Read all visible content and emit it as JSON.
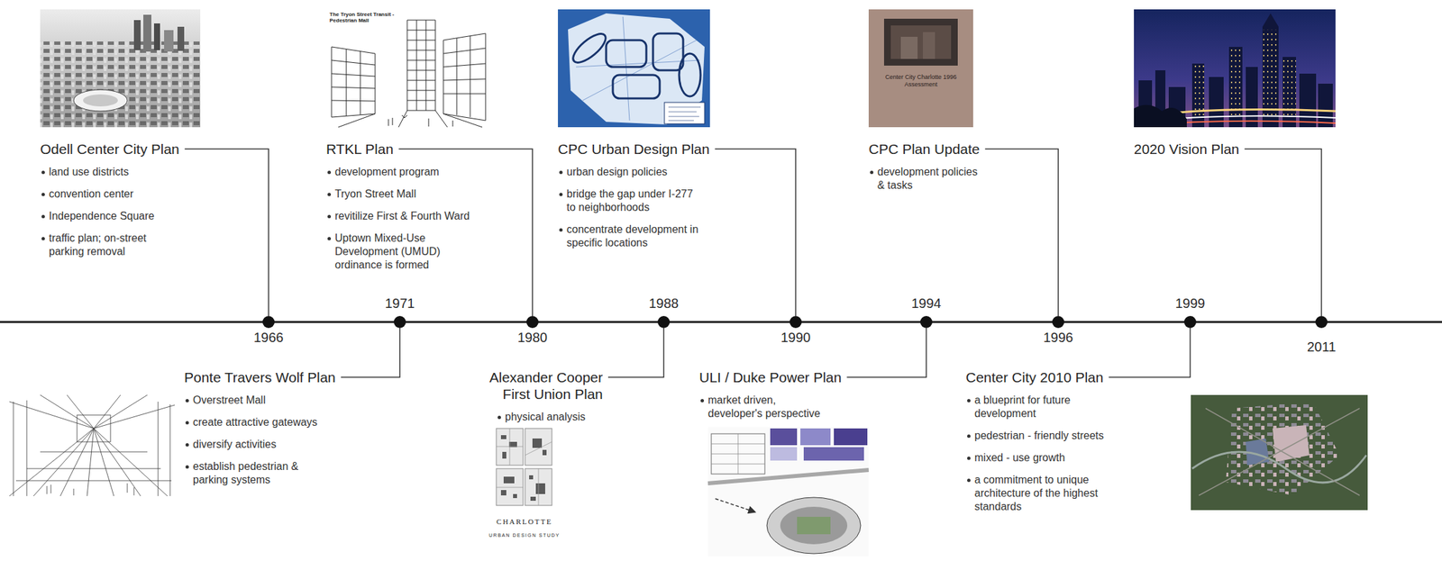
{
  "diagram": {
    "nodes": [
      {
        "text": [
          "Odell Center City Plan",
          "land use districts",
          "convention center",
          "Independence Square",
          "traffic plan; on-street parking removal"
        ]
      },
      {
        "text": [
          "RTKL Plan",
          "development program",
          "Tryon Street Mall",
          "revitilize First & Fourth Ward",
          "Uptown Mixed-Use Development (UMUD) ordinance is formed"
        ]
      },
      {
        "text": [
          "CPC Urban Design Plan",
          "urban design policies",
          "bridge the gap under I-277 to neighborhoods",
          "concentrate development in specific locations"
        ]
      },
      {
        "text": [
          "CPC Plan Update",
          "development policies & tasks"
        ]
      },
      {
        "text": [
          "2020 Vision Plan"
        ]
      },
      {
        "text": [
          "Ponte Travers Wolf Plan",
          "Overstreet Mall",
          "create attractive gateways",
          "diversify activities",
          "establish pedestrian & parking systems"
        ]
      },
      {
        "text": [
          "Alexander Cooper First Union Plan",
          "physical analysis"
        ]
      },
      {
        "text": [
          "ULI / Duke Power Plan",
          "market driven, developer's perspective"
        ]
      },
      {
        "text": [
          "Center City 2010 Plan",
          "a blueprint for future development",
          "pedestrian - friendly streets",
          "mixed - use growth",
          "a commitment to unique architecture of the highest standards"
        ]
      }
    ],
    "labels": [
      "1966",
      "1971",
      "1980",
      "1988",
      "1990",
      "1994",
      "1996",
      "1999",
      "2011",
      "The Tryon Street Transit - Pedestrian Mall",
      "Center City Charlotte 1996 Assessment",
      "CHARLOTTE",
      "URBAN DESIGN STUDY"
    ]
  }
}
